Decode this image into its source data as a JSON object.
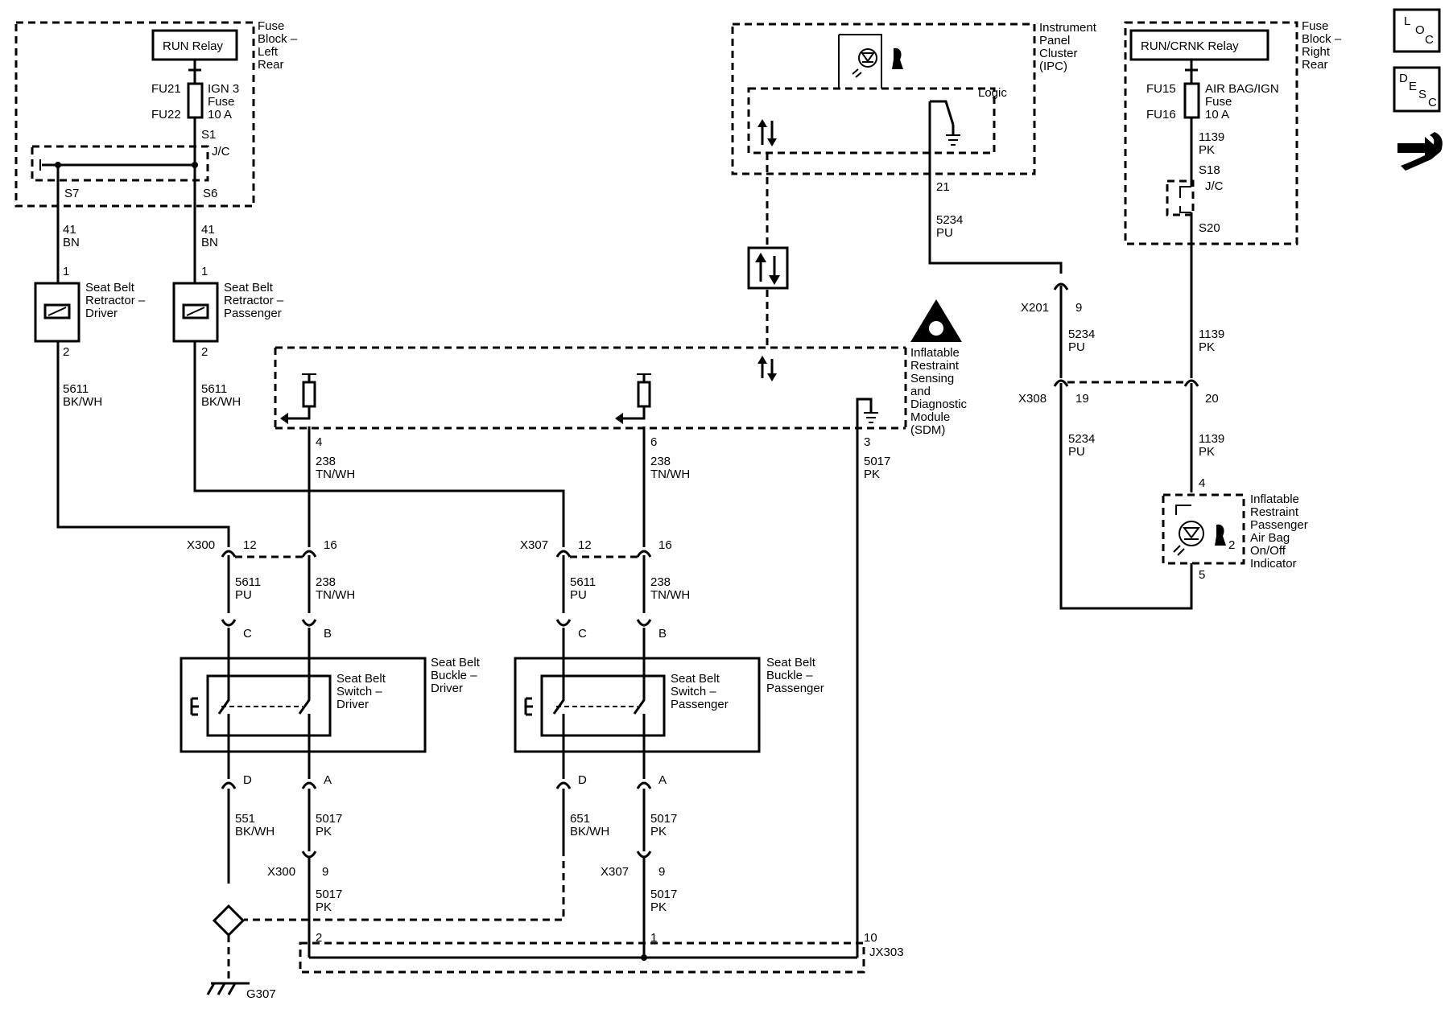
{
  "fuse_block_left": {
    "title": "Fuse Block – Left Rear",
    "relay": "RUN Relay",
    "fuse_ids": [
      "FU21",
      "FU22"
    ],
    "fuse_label": [
      "IGN 3",
      "Fuse",
      "10 A"
    ],
    "splice_top": "S1",
    "jc": "J/C",
    "splice_left": "S7",
    "splice_right": "S6"
  },
  "wires_left": {
    "w41_circuit": "41",
    "w41_color": "BN",
    "w5611_circuit": "5611",
    "w5611_color": "BK/WH",
    "w5611pu_color": "PU",
    "w238_circuit": "238",
    "w238_color": "TN/WH",
    "w551_circuit": "551",
    "w551_color": "BK/WH",
    "w651_circuit": "651",
    "w651_color": "BK/WH",
    "w5017_circuit": "5017",
    "w5017_color": "PK"
  },
  "retractor_driver": {
    "name": [
      "Seat Belt",
      "Retractor –",
      "Driver"
    ],
    "pin_top": "1",
    "pin_bottom": "2"
  },
  "retractor_passenger": {
    "name": [
      "Seat Belt",
      "Retractor –",
      "Passenger"
    ],
    "pin_top": "1",
    "pin_bottom": "2"
  },
  "ipc": {
    "title": [
      "Instrument",
      "Panel",
      "Cluster",
      "(IPC)"
    ],
    "logic": "Logic",
    "pin": "21",
    "wire_circuit": "5234",
    "wire_color": "PU"
  },
  "sdm": {
    "title": [
      "Inflatable",
      "Restraint",
      "Sensing",
      "and",
      "Diagnostic",
      "Module",
      "(SDM)"
    ],
    "pins": [
      "4",
      "6",
      "3"
    ]
  },
  "fuse_block_right": {
    "title": "Fuse Block – Right Rear",
    "relay": "RUN/CRNK Relay",
    "fuse_ids": [
      "FU15",
      "FU16"
    ],
    "fuse_label": [
      "AIR BAG/IGN",
      "Fuse",
      "10 A"
    ],
    "w1139_circuit": "1139",
    "w1139_color": "PK",
    "splice_top": "S18",
    "jc": "J/C",
    "splice_bottom": "S20"
  },
  "connectors": {
    "x201": "X201",
    "x201_pin": "9",
    "x308": "X308",
    "x308_pin_a": "19",
    "x308_pin_b": "20",
    "x300": "X300",
    "x300_pin_a": "12",
    "x300_pin_b": "16",
    "x300_pin_c": "9",
    "x307": "X307",
    "x307_pin_a": "12",
    "x307_pin_b": "16",
    "x307_pin_c": "9",
    "jx303": "JX303",
    "jx303_pins": [
      "2",
      "1",
      "10"
    ],
    "ground": "G307"
  },
  "indicator": {
    "name": [
      "Inflatable",
      "Restraint",
      "Passenger",
      "Air Bag",
      "On/Off",
      "Indicator"
    ],
    "pin_top": "4",
    "pin_bottom": "5",
    "lamp_pin": "2"
  },
  "buckle_driver": {
    "title": [
      "Seat Belt",
      "Buckle –",
      "Driver"
    ],
    "switch": [
      "Seat Belt",
      "Switch –",
      "Driver"
    ],
    "pins": [
      "C",
      "B",
      "D",
      "A"
    ]
  },
  "buckle_passenger": {
    "title": [
      "Seat Belt",
      "Buckle –",
      "Passenger"
    ],
    "switch": [
      "Seat Belt",
      "Switch –",
      "Passenger"
    ],
    "pins": [
      "C",
      "B",
      "D",
      "A"
    ]
  },
  "sidebar": {
    "loc": [
      "L",
      "O",
      "C"
    ],
    "desc": [
      "D",
      "E",
      "S",
      "C"
    ]
  }
}
